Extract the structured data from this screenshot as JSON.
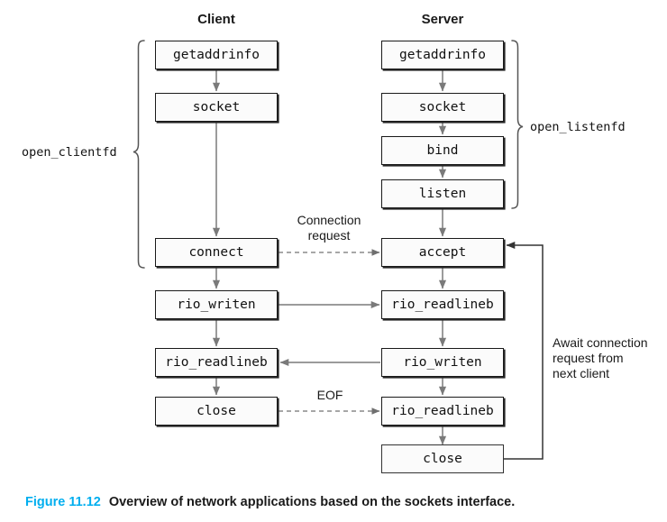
{
  "figure": {
    "number_label": "Figure 11.12",
    "caption": "Overview of network applications based on the sockets interface.",
    "number_color": "#00aeef",
    "caption_color": "#1a1a1a"
  },
  "columns": {
    "client_title": "Client",
    "server_title": "Server"
  },
  "client_nodes": [
    {
      "label": "getaddrinfo"
    },
    {
      "label": "socket"
    },
    {
      "label": "connect"
    },
    {
      "label": "rio_writen"
    },
    {
      "label": "rio_readlineb"
    },
    {
      "label": "close"
    }
  ],
  "server_nodes": [
    {
      "label": "getaddrinfo"
    },
    {
      "label": "socket"
    },
    {
      "label": "bind"
    },
    {
      "label": "listen"
    },
    {
      "label": "accept"
    },
    {
      "label": "rio_readlineb"
    },
    {
      "label": "rio_writen"
    },
    {
      "label": "rio_readlineb"
    },
    {
      "label": "close"
    }
  ],
  "braces": {
    "client_label": "open_clientfd",
    "server_label": "open_listenfd"
  },
  "edge_labels": {
    "connection_request_line1": "Connection",
    "connection_request_line2": "request",
    "eof": "EOF",
    "await_line1": "Await connection",
    "await_line2": "request from",
    "await_line3": "next client"
  },
  "colors": {
    "box_border": "#1a1a1a",
    "box_fill": "#fbfbfb",
    "arrow": "#7a7a7a",
    "dashed_arrow": "#8a8a8a",
    "loop_arrow": "#333333",
    "brace": "#555555"
  }
}
